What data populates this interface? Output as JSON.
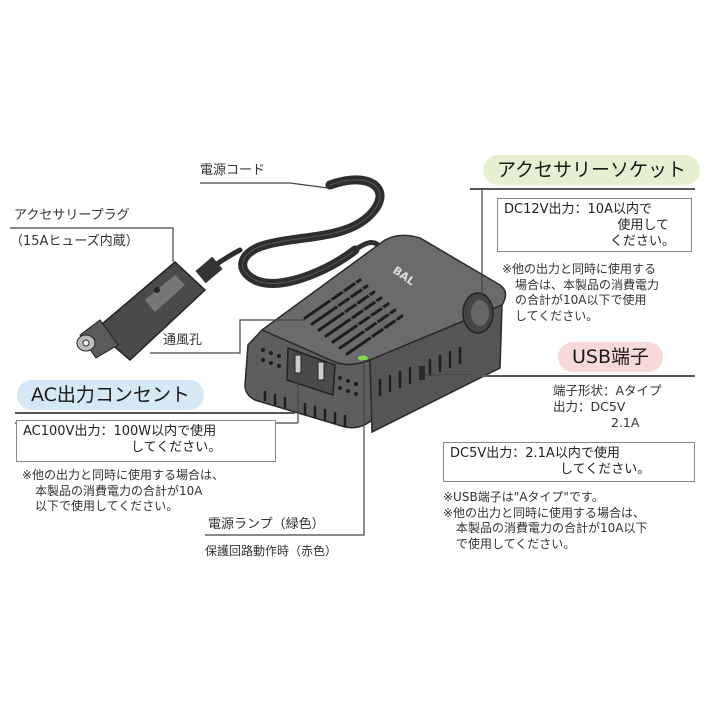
{
  "labels": {
    "power_cord": "電源コード",
    "accessory_plug": "アクセサリープラグ",
    "accessory_plug_note": "（15Aヒューズ内蔵）",
    "vent": "通風孔",
    "power_lamp": "電源ランプ（緑色）",
    "protection_lamp": "保護回路動作時（赤色）",
    "device_brand": "BAL"
  },
  "sections": {
    "accessory_socket": {
      "title": "アクセサリーソケット",
      "color": "#e6efd2",
      "box_lines": [
        "DC12V出力：10A以内で",
        "使用して",
        "ください。"
      ],
      "note_lines": [
        "※他の出力と同時に使用する",
        "場合は、本製品の消費電力",
        "の合計が10A以下で使用",
        "してください。"
      ]
    },
    "usb_port": {
      "title": "USB端子",
      "color": "#f7d9da",
      "spec_lines": [
        "端子形状：Aタイプ",
        "出力：DC5V",
        "2.1A"
      ],
      "box_lines": [
        "DC5V出力：2.1A以内で使用",
        "してください。"
      ],
      "note_lines": [
        "※USB端子は\"Aタイプ\"です。",
        "※他の出力と同時に使用する場合は、",
        "本製品の消費電力の合計が10A以下",
        "で使用してください。"
      ]
    },
    "ac_outlet": {
      "title": "AC出力コンセント",
      "color": "#d5e8f5",
      "box_lines": [
        "AC100V出力：100W以内で使用",
        "してください。"
      ],
      "note_lines": [
        "※他の出力と同時に使用する場合は、",
        "本製品の消費電力の合計が10A",
        "以下で使用してください。"
      ]
    }
  },
  "colors": {
    "device_body": "#6b6b6b",
    "device_dark": "#3c3c3c",
    "lamp_green": "#7be04a"
  }
}
